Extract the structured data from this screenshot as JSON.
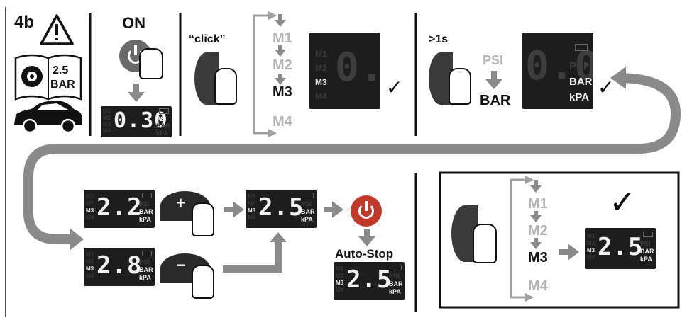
{
  "step_label": "4b",
  "book": {
    "value": "2.5",
    "unit": "BAR"
  },
  "panel1": {
    "title": "ON",
    "lcd": {
      "modes": [
        "M1",
        "M2",
        "M3",
        "M4"
      ],
      "digits": "0.30",
      "units": [
        "PSI",
        "BAR",
        "kPA"
      ]
    }
  },
  "panel2": {
    "click_label": "“click”",
    "modes": [
      "M1",
      "M2",
      "M3",
      "M4"
    ],
    "selected": "M3",
    "lcd": {
      "modes": [
        "M1",
        "M2",
        "M3",
        "M4"
      ],
      "digits": "0.0"
    },
    "check": "✓"
  },
  "panel3": {
    "hold_label": ">1s",
    "from_unit": "PSI",
    "to_unit": "BAR",
    "lcd": {
      "digits": "0.0",
      "units": [
        "PSI",
        "BAR",
        "kPA"
      ]
    },
    "check": "✓"
  },
  "bottom": {
    "lcd_a": {
      "modes": [
        "M1",
        "M2",
        "M3",
        "M4"
      ],
      "digits": "2.2",
      "units": [
        "PSI",
        "BAR",
        "kPA"
      ]
    },
    "lcd_b": {
      "modes": [
        "M1",
        "M2",
        "M3",
        "M4"
      ],
      "digits": "2.8",
      "units": [
        "PSI",
        "BAR",
        "kPA"
      ]
    },
    "lcd_c": {
      "modes": [
        "M1",
        "M2",
        "M3",
        "M4"
      ],
      "digits": "2.5",
      "units": [
        "PSI",
        "BAR",
        "kPA"
      ]
    },
    "lcd_d": {
      "modes": [
        "M1",
        "M2",
        "M3",
        "M4"
      ],
      "digits": "2.5",
      "units": [
        "PSI",
        "BAR",
        "kPA"
      ]
    },
    "plus": "+",
    "minus": "−",
    "auto_stop": "Auto-Stop"
  },
  "panel5": {
    "modes": [
      "M1",
      "M2",
      "M3",
      "M4"
    ],
    "selected": "M3",
    "check": "✓",
    "lcd": {
      "modes": [
        "M1",
        "M2",
        "M3",
        "M4"
      ],
      "digits": "2.5",
      "units": [
        "PSI",
        "BAR",
        "kPA"
      ]
    }
  },
  "colors": {
    "arrow": "#8a8a8a",
    "selector": "#a0a0a0",
    "lcd_bg": "#1d1d1d",
    "button_red": "#c0392b"
  }
}
